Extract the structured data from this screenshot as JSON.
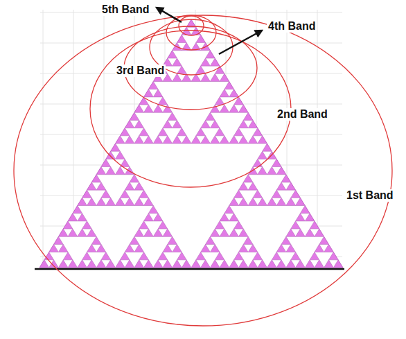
{
  "diagram": {
    "labels": [
      "5th Band",
      "4th Band",
      "3rd Band",
      "2nd Band",
      "1st Band"
    ]
  }
}
